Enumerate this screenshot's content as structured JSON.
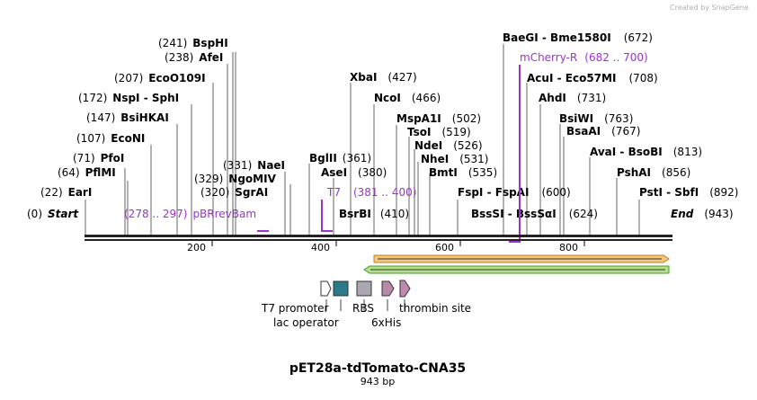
{
  "watermark": "Created by SnapGene",
  "map": {
    "title": "pET28a-tdTomato-CNA35",
    "length": "943 bp",
    "start_label": "Start",
    "start_pos": "(0)",
    "end_label": "End",
    "end_pos": "(943)"
  },
  "sites_left": [
    {
      "pos": "(241)",
      "name": "BspHI"
    },
    {
      "pos": "(238)",
      "name": "AfeI"
    },
    {
      "pos": "(207)",
      "name": "EcoO109I"
    },
    {
      "pos": "(172)",
      "name": "NspI",
      "sep": " - ",
      "name2": "SphI"
    },
    {
      "pos": "(147)",
      "name": "BsiHKAI"
    },
    {
      "pos": "(107)",
      "name": "EcoNI"
    },
    {
      "pos": "(71)",
      "name": "PfoI"
    },
    {
      "pos": "(64)",
      "name": "PflMI"
    },
    {
      "pos": "(22)",
      "name": "EarI"
    }
  ],
  "sites_mid": [
    {
      "pos": "(331)",
      "name": "NaeI"
    },
    {
      "pos": "(329)",
      "name": "NgoMIV"
    },
    {
      "pos": "(320)",
      "name": "SgrAI"
    },
    {
      "pos": "(361)",
      "name": "BglII"
    },
    {
      "pos": "(380)",
      "name": "AseI"
    },
    {
      "pos": "(410)",
      "name": "BsrBI"
    },
    {
      "pos": "(427)",
      "name": "XbaI"
    },
    {
      "pos": "(466)",
      "name": "NcoI"
    },
    {
      "pos": "(502)",
      "name": "MspA1I"
    },
    {
      "pos": "(519)",
      "name": "TsoI"
    },
    {
      "pos": "(526)",
      "name": "NdeI"
    },
    {
      "pos": "(531)",
      "name": "NheI"
    },
    {
      "pos": "(535)",
      "name": "BmtI"
    }
  ],
  "sites_right": [
    {
      "pos": "(672)",
      "name": "BaeGI",
      "sep": " - ",
      "name2": "Bme1580I"
    },
    {
      "pos": "(708)",
      "name": "AcuI",
      "sep": " - ",
      "name2": "Eco57MI"
    },
    {
      "pos": "(731)",
      "name": "AhdI"
    },
    {
      "pos": "(763)",
      "name": "BsiWI"
    },
    {
      "pos": "(767)",
      "name": "BsaAI"
    },
    {
      "pos": "(813)",
      "name": "AvaI",
      "sep": " - ",
      "name2": "BsoBI"
    },
    {
      "pos": "(856)",
      "name": "PshAI"
    },
    {
      "pos": "(892)",
      "name": "PstI",
      "sep": " - ",
      "name2": "SbfI"
    },
    {
      "pos": "(600)",
      "name": "FspI",
      "sep": " - ",
      "name2": "FspAI"
    },
    {
      "pos": "(624)",
      "name": "BssSI",
      "sep": " - ",
      "name2": "BssSαI"
    }
  ],
  "primers": [
    {
      "name": "pBRrevBam",
      "range": "(278 .. 297)"
    },
    {
      "name": "T7",
      "range": "(381 .. 400)"
    },
    {
      "name": "mCherry-R",
      "range": "(682 .. 700)"
    }
  ],
  "ruler": [
    "200",
    "400",
    "600",
    "800"
  ],
  "features": [
    {
      "name": "T7 promoter"
    },
    {
      "name": "lac operator"
    },
    {
      "name": "RBS"
    },
    {
      "name": "6xHis"
    },
    {
      "name": "thrombin site"
    }
  ],
  "colors": {
    "primer": "#9933cc",
    "cds_fill": "#f5c77e",
    "cds_stroke": "#c08020",
    "rev_fill": "#b5e08a",
    "rev_stroke": "#4a9a2a",
    "lac_operator": "#2a7a8c",
    "rbs": "#a8a8b0",
    "his": "#b88aa8",
    "thrombin": "#c08ab0"
  }
}
